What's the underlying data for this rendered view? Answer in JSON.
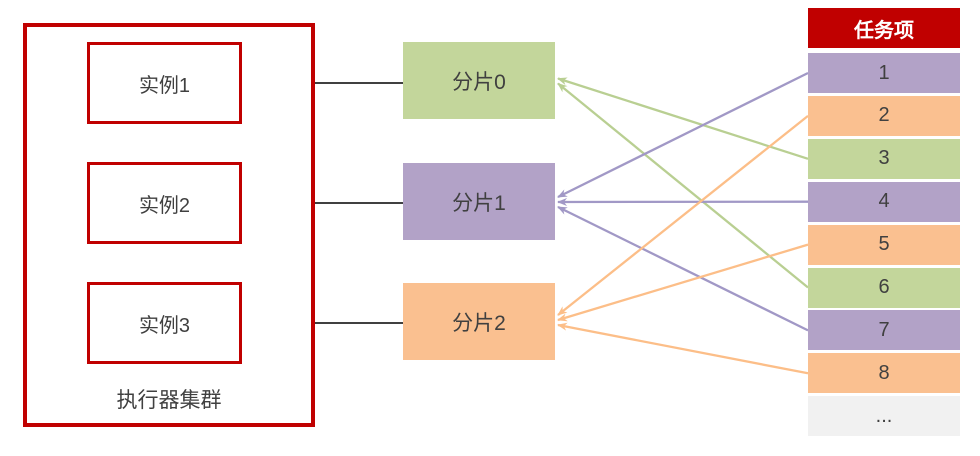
{
  "cluster": {
    "label": "执行器集群",
    "border_color": "#C00000",
    "instances": [
      {
        "label": "实例1"
      },
      {
        "label": "实例2"
      },
      {
        "label": "实例3"
      }
    ]
  },
  "shards": [
    {
      "label": "分片0",
      "color": "#C3D69B",
      "arrow_color": "#b9cf92"
    },
    {
      "label": "分片1",
      "color": "#B2A2C7",
      "arrow_color": "#a198c6"
    },
    {
      "label": "分片2",
      "color": "#FAC090",
      "arrow_color": "#fcbe88"
    }
  ],
  "task_table": {
    "header": "任务项",
    "header_color": "#C00000",
    "rows": [
      {
        "label": "1",
        "shard_index": 1,
        "color": "#B2A2C7"
      },
      {
        "label": "2",
        "shard_index": 2,
        "color": "#FAC090"
      },
      {
        "label": "3",
        "shard_index": 0,
        "color": "#C3D69B"
      },
      {
        "label": "4",
        "shard_index": 1,
        "color": "#B2A2C7"
      },
      {
        "label": "5",
        "shard_index": 2,
        "color": "#FAC090"
      },
      {
        "label": "6",
        "shard_index": 0,
        "color": "#C3D69B"
      },
      {
        "label": "7",
        "shard_index": 1,
        "color": "#B2A2C7"
      },
      {
        "label": "8",
        "shard_index": 2,
        "color": "#FAC090"
      },
      {
        "label": "...",
        "shard_index": null,
        "color": "#F1F1F1"
      }
    ]
  },
  "colors": {
    "connector": "#404040",
    "text": "#404040",
    "accent_red": "#C00000"
  }
}
